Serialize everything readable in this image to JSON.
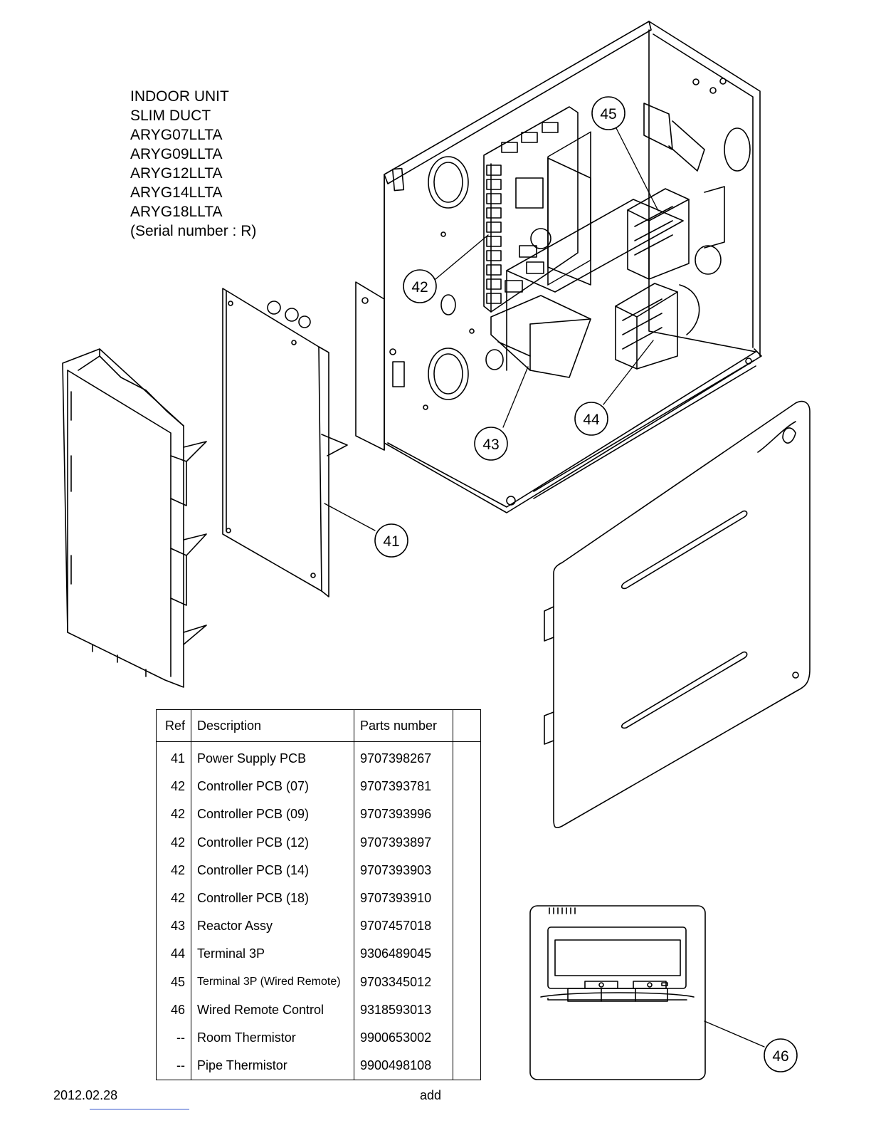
{
  "title_lines": [
    "INDOOR UNIT",
    "SLIM DUCT",
    "ARYG07LLTA",
    "ARYG09LLTA",
    "ARYG12LLTA",
    "ARYG14LLTA",
    "ARYG18LLTA",
    "(Serial number : R)"
  ],
  "callouts": [
    "41",
    "42",
    "43",
    "44",
    "45",
    "46"
  ],
  "table": {
    "headers": {
      "ref": "Ref",
      "description": "Description",
      "parts_number": "Parts number",
      "extra": ""
    },
    "rows": [
      {
        "ref": "41",
        "description": "Power Supply PCB",
        "parts_number": "9707398267"
      },
      {
        "ref": "42",
        "description": "Controller PCB (07)",
        "parts_number": "9707393781"
      },
      {
        "ref": "42",
        "description": "Controller PCB (09)",
        "parts_number": "9707393996"
      },
      {
        "ref": "42",
        "description": "Controller PCB (12)",
        "parts_number": "9707393897"
      },
      {
        "ref": "42",
        "description": "Controller PCB (14)",
        "parts_number": "9707393903"
      },
      {
        "ref": "42",
        "description": "Controller PCB (18)",
        "parts_number": "9707393910"
      },
      {
        "ref": "43",
        "description": "Reactor Assy",
        "parts_number": "9707457018"
      },
      {
        "ref": "44",
        "description": "Terminal 3P",
        "parts_number": "9306489045"
      },
      {
        "ref": "45",
        "description": "Terminal 3P (Wired Remote)",
        "parts_number": "9703345012"
      },
      {
        "ref": "46",
        "description": "Wired Remote Control",
        "parts_number": "9318593013"
      },
      {
        "ref": "--",
        "description": "Room Thermistor",
        "parts_number": "9900653002"
      },
      {
        "ref": "--",
        "description": "Pipe Thermistor",
        "parts_number": "9900498108"
      }
    ]
  },
  "footer": {
    "date": "2012.02.28",
    "note": "add"
  }
}
